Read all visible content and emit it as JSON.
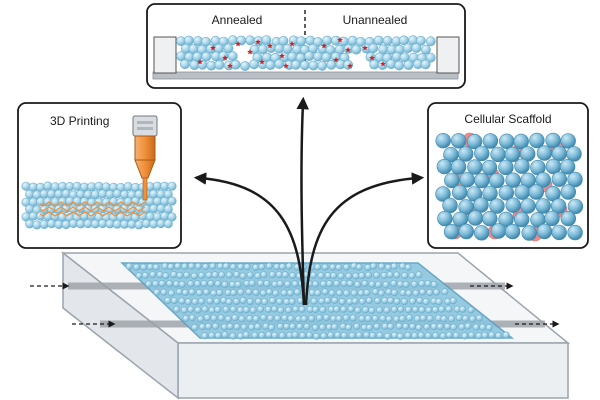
{
  "panels": {
    "top": {
      "left_label": "Annealed",
      "right_label": "Unannealed"
    },
    "left": {
      "label": "3D Printing"
    },
    "right": {
      "label": "Cellular Scaffold"
    }
  },
  "colors": {
    "border": "#1a1a1a",
    "bead_fill": "#a9d6ea",
    "bead_edge": "#6fb1cf",
    "cell_pink": "#f08a8a",
    "star_red": "#d62020",
    "nozzle_orange": "#f0903a",
    "device_fill": "#f1f3f5",
    "device_edge": "#9aa4ad",
    "channel_gray": "#9aa0a6",
    "sheet_blue": "#8cc6df"
  },
  "icons": {
    "arrow": "curved-arrow-icon",
    "nozzle": "print-nozzle-icon",
    "cell": "cell-icon",
    "star": "star-icon"
  }
}
